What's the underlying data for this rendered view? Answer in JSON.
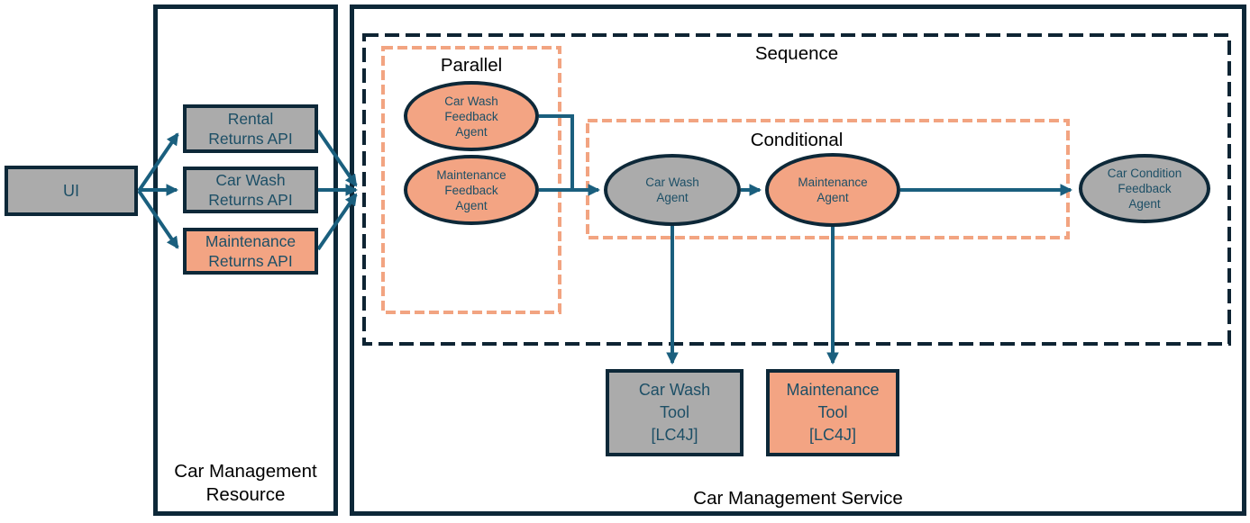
{
  "ui": {
    "label": "UI"
  },
  "resource": {
    "title": "Car Management\nResource",
    "apis": [
      {
        "label": "Rental\nReturns API"
      },
      {
        "label": "Car Wash\nReturns API"
      },
      {
        "label": "Maintenance\nReturns API"
      }
    ]
  },
  "service": {
    "title": "Car Management Service",
    "sequence_title": "Sequence",
    "parallel": {
      "title": "Parallel",
      "agents": [
        {
          "label": "Car Wash\nFeedback\nAgent"
        },
        {
          "label": "Maintenance\nFeedback\nAgent"
        }
      ]
    },
    "conditional": {
      "title": "Conditional",
      "agents": [
        {
          "label": "Car Wash\nAgent"
        },
        {
          "label": "Maintenance\nAgent"
        }
      ]
    },
    "condition_feedback_agent": {
      "label": "Car Condition\nFeedback\nAgent"
    },
    "tools": [
      {
        "label": "Car Wash\nTool\n[LC4J]"
      },
      {
        "label": "Maintenance\nTool\n[LC4J]"
      }
    ]
  },
  "colors": {
    "node_gray": "#ABABAB",
    "node_orange": "#F3A483",
    "border_navy": "#0D2838",
    "arrow_teal": "#1A5F7E",
    "label_teal": "#1D4F66",
    "dash_orange": "#F2A481",
    "dash_navy": "#0E2433",
    "title_black": "#000000"
  }
}
